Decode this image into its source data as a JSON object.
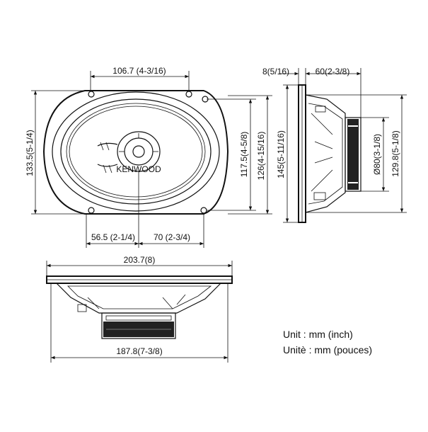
{
  "dimensions": {
    "front_top_width": "106.7 (4-3/16)",
    "front_height_overall": "133.5(5-1/4)",
    "front_inner_height": "117.5(4-5/8)",
    "front_mount_height": "126(4-15/16)",
    "front_bottom_left": "56.5 (2-1/4)",
    "front_bottom_right": "70 (2-3/4)",
    "side_flange": "8(5/16)",
    "side_depth": "60(2-3/8)",
    "side_height": "145(5-11/16)",
    "side_magnet_dia": "Ø80(3-1/8)",
    "side_basket": "129.8(5-1/8)",
    "bottom_overall_width": "203.7(8)",
    "bottom_cutout_width": "187.8(7-3/8)"
  },
  "logo_text": "KENWOOD",
  "units": {
    "en": "Unit : mm (inch)",
    "fr": "Unitè : mm (pouces)"
  }
}
